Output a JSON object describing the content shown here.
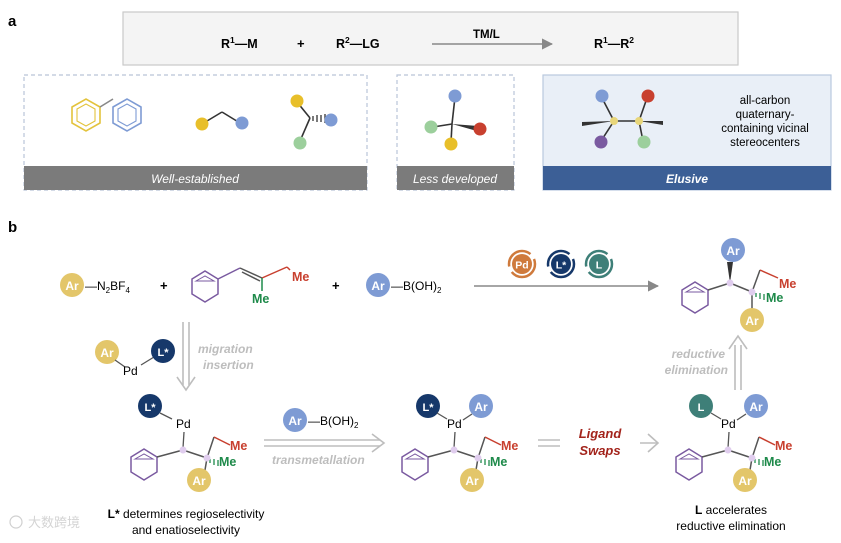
{
  "panels": {
    "a": "a",
    "b": "b"
  },
  "scheme_a": {
    "reagent1": {
      "main": "R",
      "sup": "1",
      "tail": "—M"
    },
    "plus": "+",
    "reagent2": {
      "main": "R",
      "sup": "2",
      "tail": "—LG"
    },
    "catalyst": "TM/L",
    "product": {
      "p1": "R",
      "s1": "1",
      "mid": "—R",
      "s2": "2"
    }
  },
  "categories": {
    "well_established": "Well-established",
    "less_developed": "Less developed",
    "elusive": "Elusive",
    "elusive_text": [
      "all-carbon",
      "quaternary-",
      "containing vicinal",
      "stereocenters"
    ]
  },
  "scheme_b": {
    "ar": "Ar",
    "diazonium": {
      "main": "—N",
      "s1": "2",
      "mid": "BF",
      "s2": "4"
    },
    "plus": "+",
    "me": "Me",
    "boronic": {
      "main": "—B(OH)",
      "s": "2"
    },
    "cycle_labels": [
      "Pd",
      "L*",
      "L"
    ],
    "pd": "Pd",
    "lstar": "L*",
    "l": "L",
    "migration_insertion": [
      "migration",
      "insertion"
    ],
    "transmetallation": "transmetallation",
    "ligand_swaps": [
      "Ligand",
      "Swaps"
    ],
    "reductive_elimination": [
      "reductive",
      "elimination"
    ],
    "lstar_note": {
      "bold": "L*",
      "rest": " determines regioselectivity",
      "line2": "and enatioselectivity"
    },
    "l_note": {
      "bold": "L",
      "rest": " accelerates",
      "line2": "reductive elimination"
    }
  },
  "watermark": "大数跨境",
  "colors": {
    "ar_ball": "#e3c66a",
    "ar_blue": "#7e9bd4",
    "navy": "#16386a",
    "teal": "#3e7f78",
    "orange": "#cf7a3c",
    "green": "#9ccf9c",
    "red": "#c8402f",
    "purple": "#7a5aa0",
    "gray_bar": "#7b7b7b",
    "elusive_bar": "#3c5f96"
  }
}
